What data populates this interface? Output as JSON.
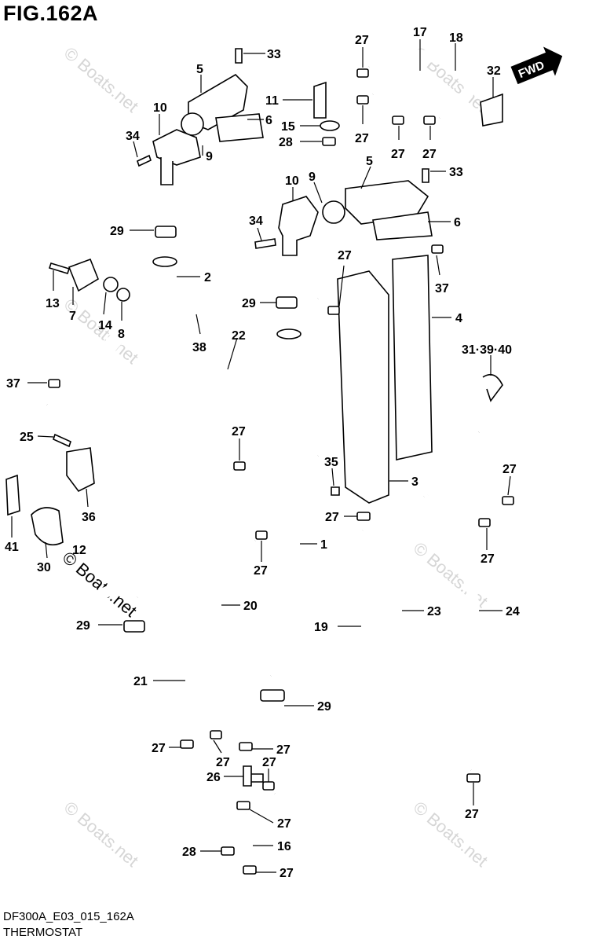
{
  "figure": {
    "title": "FIG.162A",
    "code": "DF300A_E03_015_162A",
    "name": "THERMOSTAT",
    "fwd_label": "FWD"
  },
  "watermark": {
    "text": "© Boats.net",
    "text_dark": "© Boats.net"
  },
  "callouts": [
    {
      "id": "c33a",
      "text": "33"
    },
    {
      "id": "c5a",
      "text": "5"
    },
    {
      "id": "c10a",
      "text": "10"
    },
    {
      "id": "c6a",
      "text": "6"
    },
    {
      "id": "c34a",
      "text": "34"
    },
    {
      "id": "c9a",
      "text": "9"
    },
    {
      "id": "c29a",
      "text": "29"
    },
    {
      "id": "c27a",
      "text": "27"
    },
    {
      "id": "c17",
      "text": "17"
    },
    {
      "id": "c18",
      "text": "18"
    },
    {
      "id": "c32",
      "text": "32"
    },
    {
      "id": "c11",
      "text": "11"
    },
    {
      "id": "c15",
      "text": "15"
    },
    {
      "id": "c28a",
      "text": "28"
    },
    {
      "id": "c27b",
      "text": "27"
    },
    {
      "id": "c27c",
      "text": "27"
    },
    {
      "id": "c27d",
      "text": "27"
    },
    {
      "id": "c10b",
      "text": "10"
    },
    {
      "id": "c9b",
      "text": "9"
    },
    {
      "id": "c5b",
      "text": "5"
    },
    {
      "id": "c33b",
      "text": "33"
    },
    {
      "id": "c6b",
      "text": "6"
    },
    {
      "id": "c34b",
      "text": "34"
    },
    {
      "id": "c2",
      "text": "2"
    },
    {
      "id": "c13",
      "text": "13"
    },
    {
      "id": "c7",
      "text": "7"
    },
    {
      "id": "c14",
      "text": "14"
    },
    {
      "id": "c8",
      "text": "8"
    },
    {
      "id": "c27e",
      "text": "27"
    },
    {
      "id": "c37a",
      "text": "37"
    },
    {
      "id": "c29b",
      "text": "29"
    },
    {
      "id": "c38",
      "text": "38"
    },
    {
      "id": "c22",
      "text": "22"
    },
    {
      "id": "c4",
      "text": "4"
    },
    {
      "id": "c313940",
      "text": "31·39·40"
    },
    {
      "id": "c37b",
      "text": "37"
    },
    {
      "id": "c25",
      "text": "25"
    },
    {
      "id": "c27f",
      "text": "27"
    },
    {
      "id": "c35",
      "text": "35"
    },
    {
      "id": "c3",
      "text": "3"
    },
    {
      "id": "c27g",
      "text": "27"
    },
    {
      "id": "c36",
      "text": "36"
    },
    {
      "id": "c41",
      "text": "41"
    },
    {
      "id": "c27h",
      "text": "27"
    },
    {
      "id": "c1",
      "text": "1"
    },
    {
      "id": "c30",
      "text": "30"
    },
    {
      "id": "c12",
      "text": "12"
    },
    {
      "id": "c27i",
      "text": "27"
    },
    {
      "id": "c27j",
      "text": "27"
    },
    {
      "id": "c20",
      "text": "20"
    },
    {
      "id": "c23",
      "text": "23"
    },
    {
      "id": "c24",
      "text": "24"
    },
    {
      "id": "c29c",
      "text": "29"
    },
    {
      "id": "c19",
      "text": "19"
    },
    {
      "id": "c21",
      "text": "21"
    },
    {
      "id": "c29d",
      "text": "29"
    },
    {
      "id": "c27k",
      "text": "27"
    },
    {
      "id": "c27l",
      "text": "27"
    },
    {
      "id": "c27m",
      "text": "27"
    },
    {
      "id": "c27n",
      "text": "27"
    },
    {
      "id": "c26",
      "text": "26"
    },
    {
      "id": "c27o",
      "text": "27"
    },
    {
      "id": "c27p",
      "text": "27"
    },
    {
      "id": "c28b",
      "text": "28"
    },
    {
      "id": "c16",
      "text": "16"
    },
    {
      "id": "c27q",
      "text": "27"
    }
  ]
}
